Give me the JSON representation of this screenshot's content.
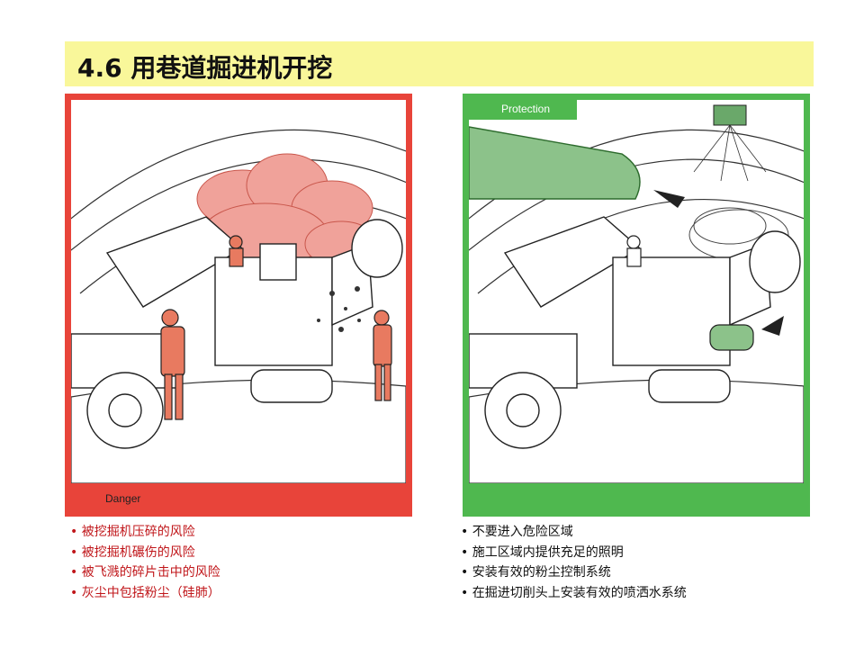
{
  "title": "4.6 用巷道掘进机开挖",
  "danger": {
    "label": "Danger",
    "items": [
      "被挖掘机压碎的风险",
      "被挖掘机碾伤的风险",
      "被飞溅的碎片击中的风险",
      "灰尘中包括粉尘（硅肺）"
    ]
  },
  "protection": {
    "label": "Protection",
    "items": [
      "不要进入危险区域",
      "施工区域内提供充足的照明",
      "安装有效的粉尘控制系统",
      "在掘进切削头上安装有效的喷洒水系统"
    ]
  },
  "colors": {
    "danger": "#e8443a",
    "protection": "#4fb84f",
    "title_bg": "#f9f79a",
    "worker": "#e87a60"
  }
}
